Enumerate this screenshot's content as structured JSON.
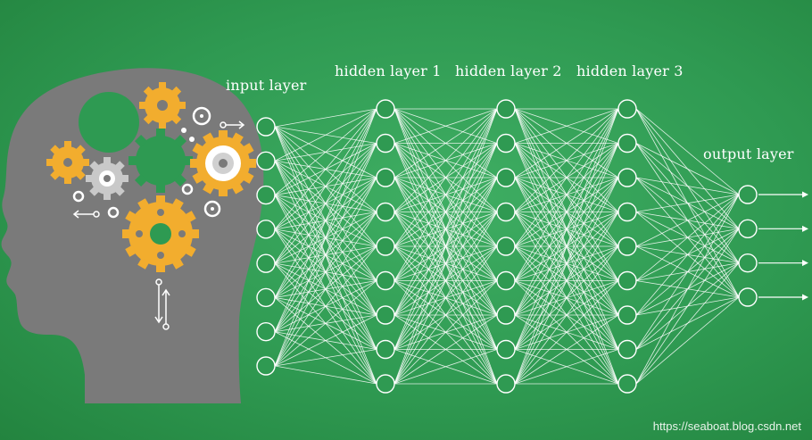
{
  "labels": {
    "input": "input layer",
    "hidden1": "hidden layer 1",
    "hidden2": "hidden layer 2",
    "hidden3": "hidden layer 3",
    "output": "output layer"
  },
  "watermark": "https://seaboat.blog.csdn.net",
  "network": {
    "layers": [
      {
        "name": "input",
        "neurons": 8
      },
      {
        "name": "hidden1",
        "neurons": 9
      },
      {
        "name": "hidden2",
        "neurons": 9
      },
      {
        "name": "hidden3",
        "neurons": 9
      },
      {
        "name": "output",
        "neurons": 4
      }
    ],
    "output_arrows": 4
  },
  "colors": {
    "background": "#2f9a52",
    "head": "#7a7a7a",
    "gear_orange": "#f2ad2e",
    "gear_grey": "#c9c9c9",
    "gear_green": "#2e9a52",
    "line": "#ffffff"
  },
  "icons": [
    "head-silhouette-icon",
    "gear-icon",
    "arrow-icon"
  ]
}
